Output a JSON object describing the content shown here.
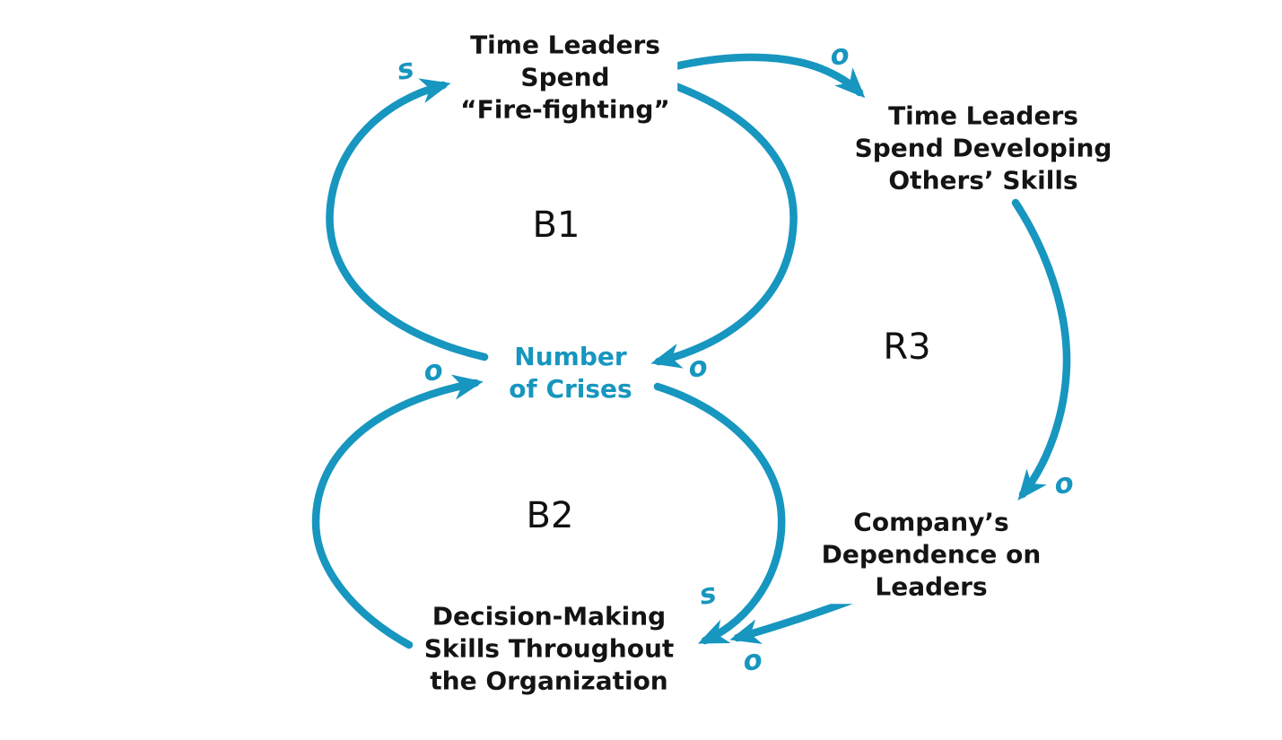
{
  "diagram": {
    "colors": {
      "accent": "#1796BF",
      "ink": "#141414",
      "background": "#FFFFFF"
    },
    "nodes": {
      "firefighting": {
        "label": "Time Leaders\nSpend\n“Fire-fighting”"
      },
      "developing": {
        "label": "Time Leaders\nSpend Developing\nOthers’ Skills"
      },
      "crises": {
        "label": "Number\nof Crises"
      },
      "dependence": {
        "label": "Company’s\nDependence on\nLeaders"
      },
      "decision": {
        "label": "Decision-Making\nSkills Throughout\nthe Organization"
      }
    },
    "loops": {
      "b1": {
        "label": "B1"
      },
      "b2": {
        "label": "B2"
      },
      "r3": {
        "label": "R3"
      }
    },
    "links": [
      {
        "from": "crises",
        "to": "firefighting",
        "polarity": "s"
      },
      {
        "from": "firefighting",
        "to": "crises",
        "polarity": "o"
      },
      {
        "from": "firefighting",
        "to": "developing",
        "polarity": "o"
      },
      {
        "from": "developing",
        "to": "dependence",
        "polarity": "o"
      },
      {
        "from": "dependence",
        "to": "decision",
        "polarity": "o"
      },
      {
        "from": "crises",
        "to": "decision",
        "polarity": "s"
      },
      {
        "from": "decision",
        "to": "crises",
        "polarity": "o"
      }
    ]
  }
}
